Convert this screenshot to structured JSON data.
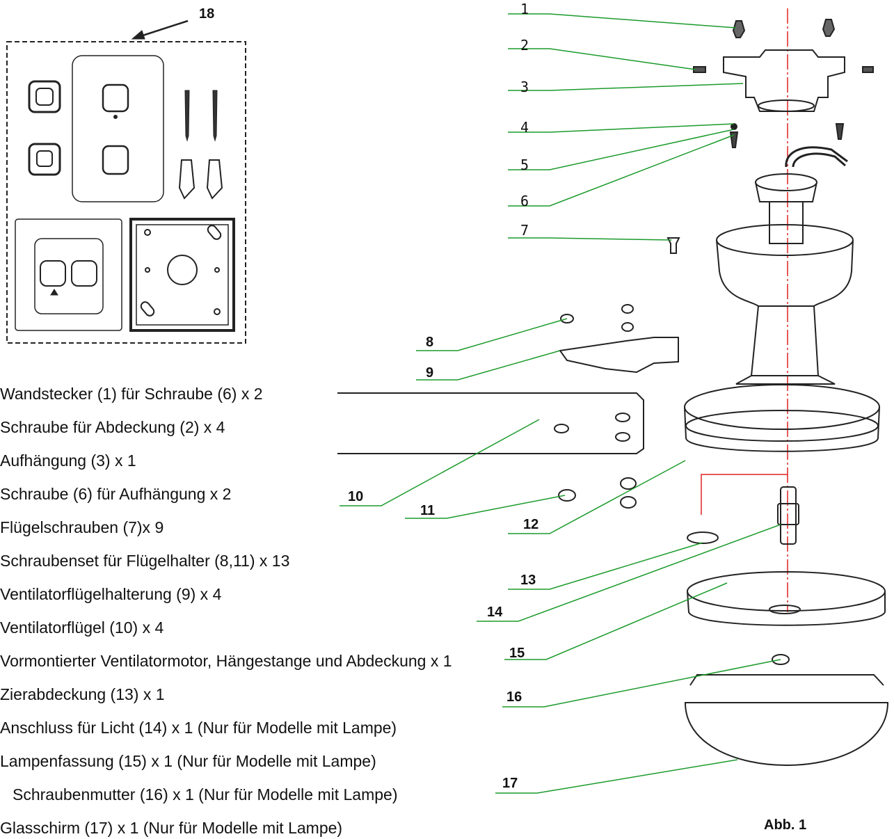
{
  "callouts": [
    "1",
    "2",
    "3",
    "4",
    "5",
    "6",
    "7",
    "8",
    "9",
    "10",
    "11",
    "12",
    "13",
    "14",
    "15",
    "16",
    "17",
    "18"
  ],
  "parts": [
    "Wandstecker (1) für Schraube (6) x 2",
    "Schraube für Abdeckung (2) x 4",
    "Aufhängung (3) x 1",
    "Schraube (6) für Aufhängung x 2",
    "Flügelschrauben (7)x 9",
    "Schraubenset für Flügelhalter (8,11) x 13",
    "Ventilatorflügelhalterung (9) x 4",
    "Ventilatorflügel (10) x 4",
    "Vormontierter Ventilatormotor, Hängestange und Abdeckung x 1",
    "Zierabdeckung (13) x 1",
    "Anschluss für Licht (14) x 1 (Nur für Modelle mit Lampe)",
    "Lampenfassung (15) x 1 (Nur für Modelle mit Lampe)",
    "Schraubenmutter (16) x 1 (Nur für Modelle mit Lampe)",
    "Glasschirm (17) x 1 (Nur für Modelle mit Lampe)"
  ],
  "figure_caption": "Abb. 1",
  "colors": {
    "leader": "#1a9a2a",
    "axis": "#e02020",
    "ink": "#111111"
  }
}
